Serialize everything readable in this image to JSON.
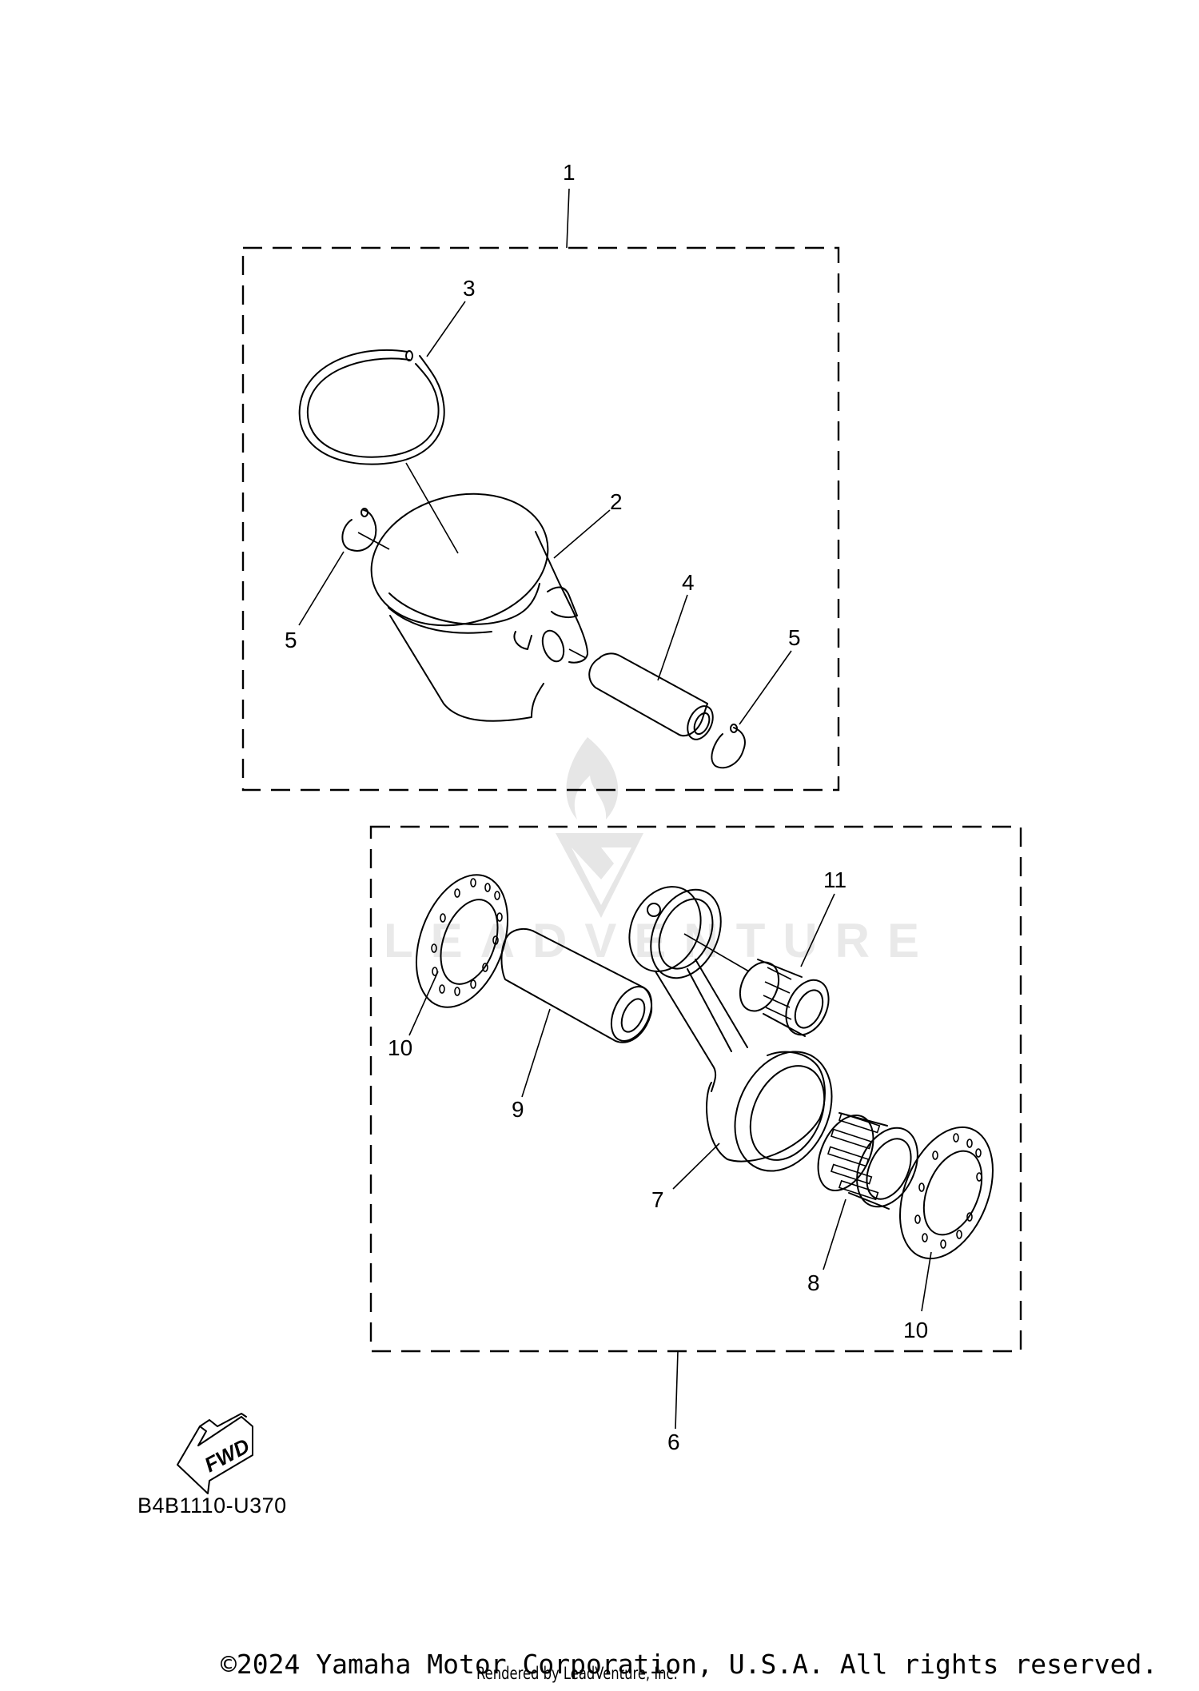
{
  "diagram": {
    "type": "exploded-parts-diagram",
    "watermark": {
      "logo": "flame-v-logo",
      "text": "LEADVENTURE"
    },
    "groups": [
      {
        "id": "piston-kit",
        "callout": "1",
        "contains": [
          "2",
          "3",
          "4",
          "5"
        ]
      },
      {
        "id": "connecting-rod-kit",
        "callout": "6",
        "contains": [
          "7",
          "8",
          "9",
          "10",
          "11"
        ]
      }
    ],
    "callouts": [
      {
        "number": "1",
        "part": "piston-kit"
      },
      {
        "number": "2",
        "part": "piston"
      },
      {
        "number": "3",
        "part": "piston-ring"
      },
      {
        "number": "4",
        "part": "piston-pin"
      },
      {
        "number": "5",
        "part": "piston-pin-clip",
        "occurrences": 2
      },
      {
        "number": "6",
        "part": "connecting-rod-kit"
      },
      {
        "number": "7",
        "part": "connecting-rod"
      },
      {
        "number": "8",
        "part": "big-end-needle-bearing"
      },
      {
        "number": "9",
        "part": "crank-pin"
      },
      {
        "number": "10",
        "part": "thrust-washer",
        "occurrences": 2
      },
      {
        "number": "11",
        "part": "small-end-needle-bearing"
      }
    ],
    "labels": {
      "c1": "1",
      "c2": "2",
      "c3": "3",
      "c4": "4",
      "c5a": "5",
      "c5b": "5",
      "c6": "6",
      "c7": "7",
      "c8": "8",
      "c9": "9",
      "c10a": "10",
      "c10b": "10",
      "c11": "11"
    },
    "fwd_indicator": {
      "icon": "fwd-arrow-icon",
      "label": "FWD"
    },
    "diagram_code": "B4B1110-U370"
  },
  "footer": {
    "copyright": "©2024 Yamaha Motor Corporation, U.S.A. All rights reserved.",
    "rendered_by": "Rendered by LeadVenture, Inc."
  }
}
